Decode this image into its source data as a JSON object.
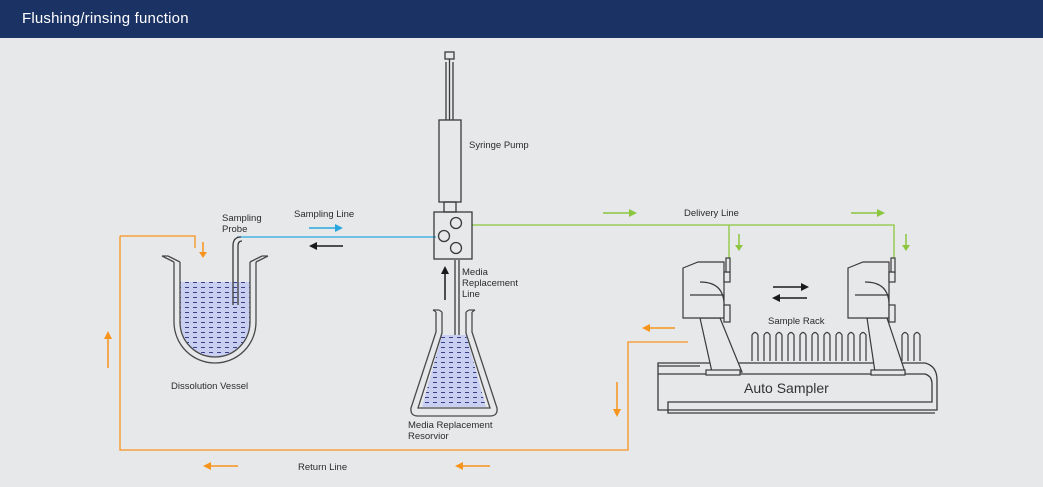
{
  "header": {
    "title": "Flushing/rinsing function"
  },
  "labels": {
    "syringe_pump": "Syringe Pump",
    "sampling_line": "Sampling Line",
    "sampling_probe_1": "Sampling",
    "sampling_probe_2": "Probe",
    "delivery_line": "Delivery Line",
    "media_replacement_line_1": "Media",
    "media_replacement_line_2": "Replacement",
    "media_replacement_line_3": "Line",
    "sample_rack": "Sample Rack",
    "auto_sampler": "Auto Sampler",
    "dissolution_vessel": "Dissolution Vessel",
    "media_reservoir_1": "Media Replacement",
    "media_reservoir_2": "Resorvior",
    "return_line": "Return Line"
  },
  "colors": {
    "header_bg": "#1b3264",
    "sampling_line": "#29a8df",
    "delivery_line": "#8cc63f",
    "return_line": "#f7941d",
    "outline": "#4a4a4a",
    "liquid": "#aab3e0"
  }
}
